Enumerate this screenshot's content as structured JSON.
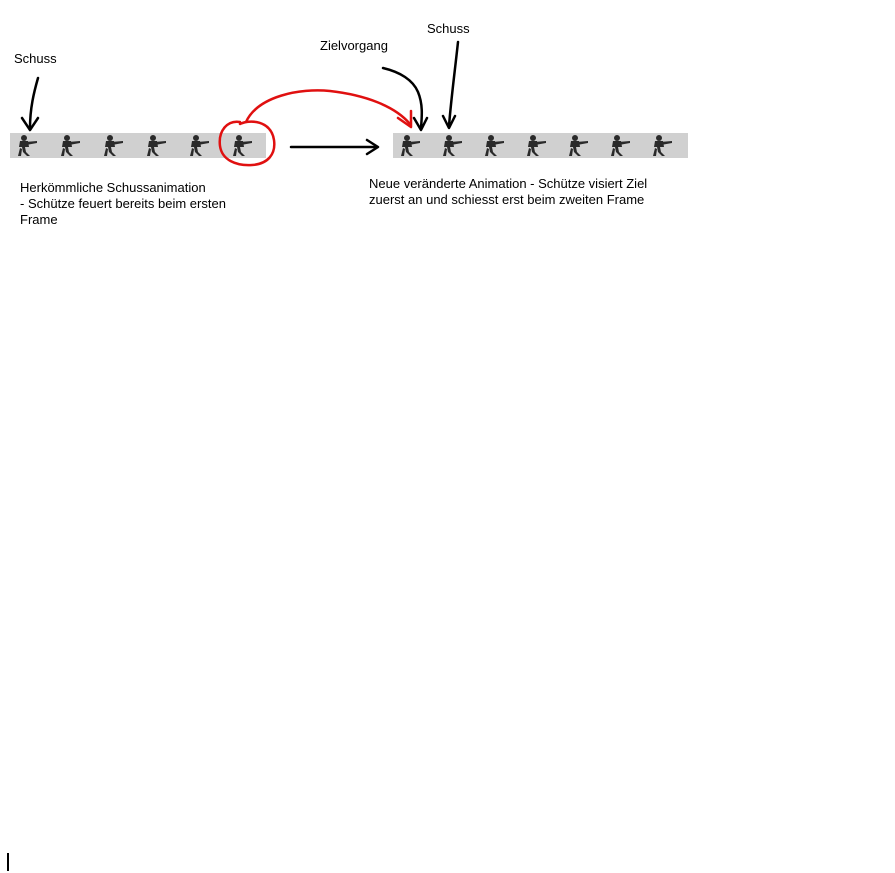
{
  "labels": {
    "schuss_left": "Schuss",
    "zielvorgang": "Zielvorgang",
    "schuss_right": "Schuss"
  },
  "captions": {
    "left": [
      "Herkömmliche Schussanimation",
      "- Schütze feuert bereits beim ersten",
      "Frame"
    ],
    "right": [
      "Neue veränderte Animation - Schütze visiert Ziel",
      "zuerst an und schiesst erst beim zweiten Frame"
    ]
  },
  "strips": {
    "old_frames": 6,
    "new_frames": 7
  },
  "colors": {
    "strip_bg": "#d0d0d0",
    "sprite": "#2a2a2a",
    "highlight": "#e01010",
    "arrow": "#000000"
  }
}
